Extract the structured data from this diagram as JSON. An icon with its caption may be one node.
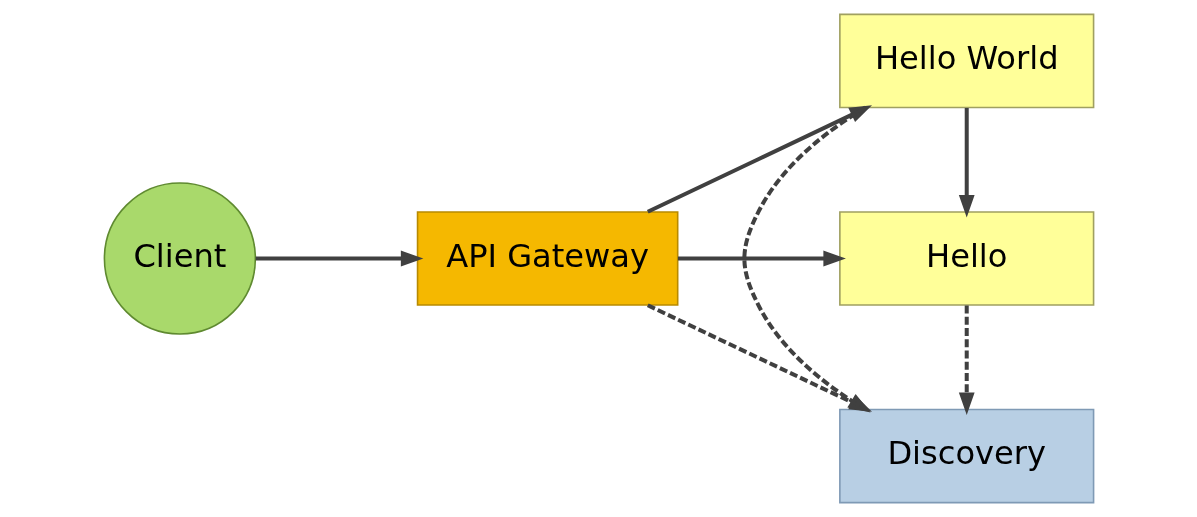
{
  "diagram": {
    "nodes": [
      {
        "text": [
          "Client"
        ]
      },
      {
        "text": [
          "API Gateway"
        ]
      },
      {
        "text": [
          "Hello"
        ]
      },
      {
        "text": [
          "Discovery"
        ]
      },
      {
        "text": [
          "Hello World"
        ]
      }
    ],
    "edges": [
      {
        "from": 0,
        "to": 1,
        "arrow": "to"
      },
      {
        "from": 1,
        "to": 2,
        "arrow": "to"
      },
      {
        "from": 1,
        "to": 3,
        "arrow": "to",
        "style": "dashed"
      },
      {
        "from": 1,
        "to": 4,
        "arrow": "to"
      },
      {
        "from": 2,
        "to": 3,
        "arrow": "to",
        "style": "dashed"
      },
      {
        "from": 4,
        "to": 3,
        "arrow": "to",
        "style": "dashed"
      },
      {
        "from": 4,
        "to": 2,
        "arrow": "to"
      }
    ]
  }
}
